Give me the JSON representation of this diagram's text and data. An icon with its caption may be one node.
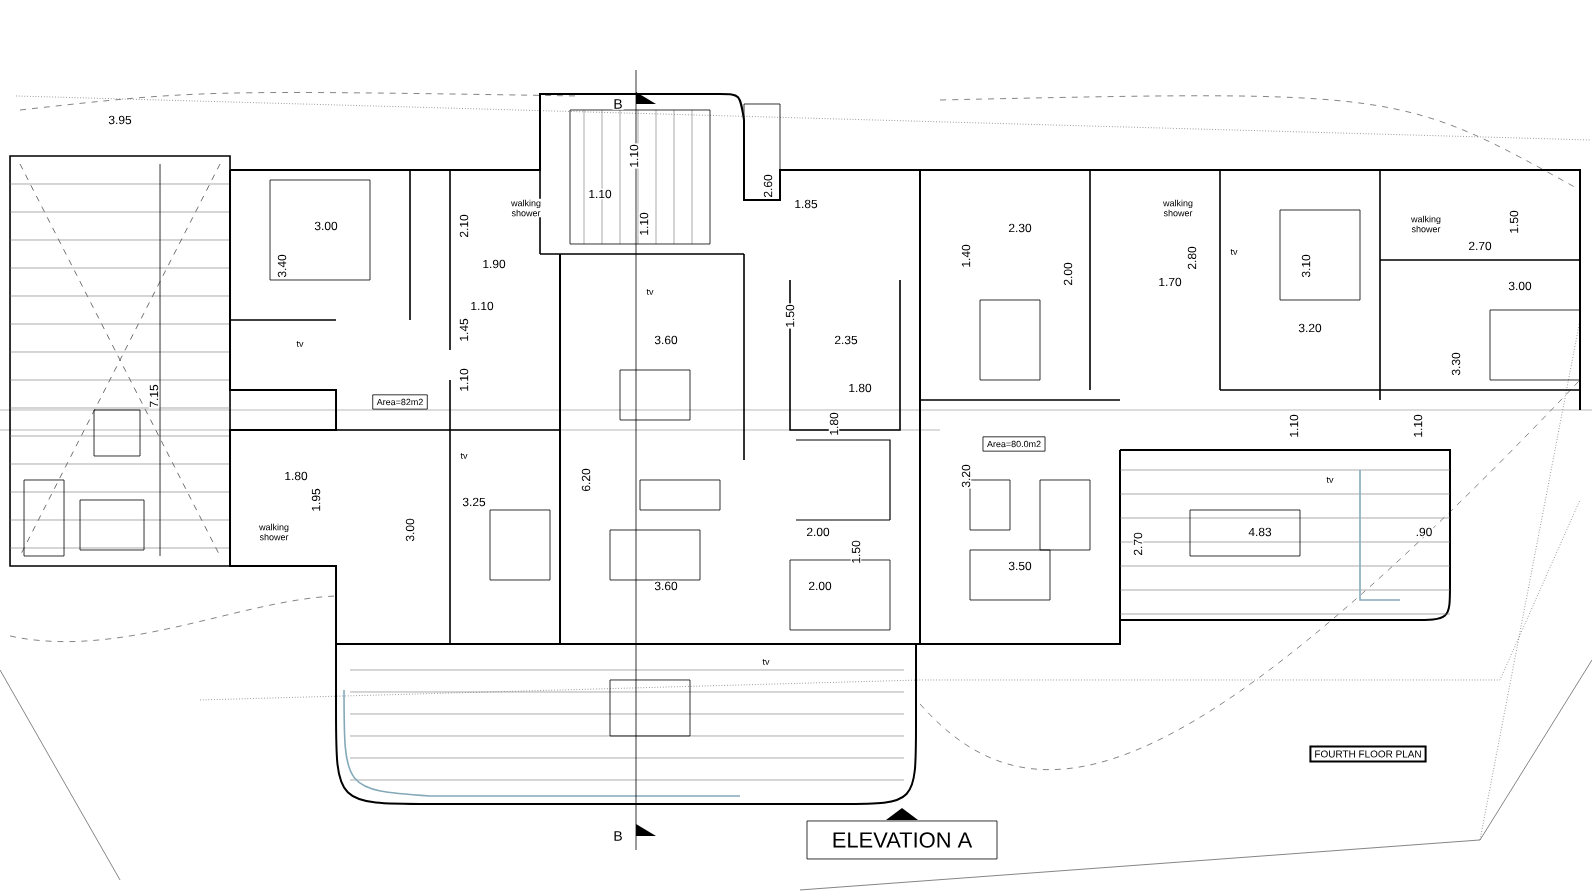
{
  "diagram": {
    "nodes": [
      {
        "text": [
          "Area=82m2"
        ]
      },
      {
        "text": [
          "Area=80.0m2"
        ]
      },
      {
        "text": [
          "FOURTH FLOOR PLAN"
        ]
      },
      {
        "text": [
          "ELEVATION A"
        ]
      }
    ],
    "labels": [
      "3.95",
      "B",
      "1.10",
      "3.00",
      "2.10",
      "walking shower",
      "1.10",
      "1.10",
      "2.60",
      "1.85",
      "2.30",
      "walking shower",
      "walking shower",
      "1.50",
      "2.70",
      "3.40",
      "1.90",
      "1.40",
      "2.00",
      "1.70",
      "2.80",
      "tv",
      "3.10",
      "3.00",
      "1.10",
      "tv",
      "1.45",
      "1.50",
      "3.20",
      "tv",
      "3.60",
      "2.35",
      "3.30",
      "7.15",
      "1.10",
      "1.80",
      "1.80",
      "1.10",
      "1.10",
      "tv",
      "1.80",
      "1.95",
      "3.25",
      "6.20",
      "3.20",
      "tv",
      "walking shower",
      "3.00",
      "2.00",
      "1.50",
      "2.70",
      "4.83",
      ".90",
      "3.60",
      "2.00",
      "3.50",
      "tv",
      "B"
    ]
  }
}
